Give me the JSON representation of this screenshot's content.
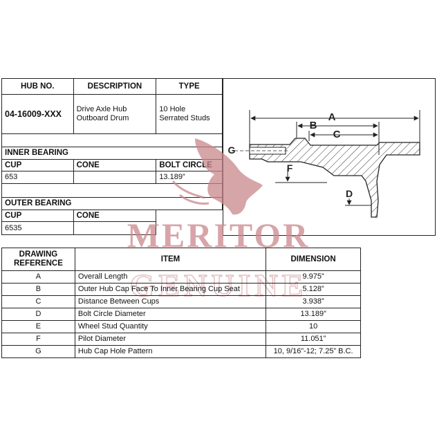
{
  "hub_table": {
    "headers": [
      "HUB NO.",
      "DESCRIPTION",
      "TYPE"
    ],
    "hub_no": "04-16009-XXX",
    "description_line1": "Drive Axle Hub",
    "description_line2": "Outboard Drum",
    "type_line1": "10 Hole",
    "type_line2": "Serrated Studs",
    "inner_bearing": {
      "title": "INNER BEARING",
      "col_cup": "CUP",
      "col_cone": "CONE",
      "col_bolt_circle": "BOLT CIRCLE",
      "cup": "653",
      "cone": "",
      "bolt_circle": "13.189”"
    },
    "outer_bearing": {
      "title": "OUTER BEARING",
      "col_cup": "CUP",
      "col_cone": "CONE",
      "cup": "6535",
      "cone": ""
    }
  },
  "diagram": {
    "labels": {
      "A": "A",
      "B": "B",
      "C": "C",
      "D": "D",
      "F": "F",
      "G": "G"
    },
    "colors": {
      "line": "#222222",
      "hatch": "#333333"
    }
  },
  "watermark": {
    "brand": "MERITOR",
    "sub": "GENUINE",
    "color": "#c9878c",
    "icon": "bull-head-logo"
  },
  "dimension_table": {
    "headers": {
      "ref_line1": "DRAWING",
      "ref_line2": "REFERENCE",
      "item": "ITEM",
      "dimension": "DIMENSION"
    },
    "rows": [
      {
        "ref": "A",
        "item": "Overall Length",
        "dimension": "9.975”"
      },
      {
        "ref": "B",
        "item": "Outer Hub Cap Face To Inner Bearing Cup Seat",
        "dimension": "5.128”"
      },
      {
        "ref": "C",
        "item": "Distance Between Cups",
        "dimension": "3.938”"
      },
      {
        "ref": "D",
        "item": "Bolt Circle Diameter",
        "dimension": "13.189”"
      },
      {
        "ref": "E",
        "item": "Wheel Stud Quantity",
        "dimension": "10"
      },
      {
        "ref": "F",
        "item": "Pilot Diameter",
        "dimension": "11.051”"
      },
      {
        "ref": "G",
        "item": "Hub Cap Hole Pattern",
        "dimension": "10, 9/16”-12; 7.25” B.C."
      }
    ]
  }
}
